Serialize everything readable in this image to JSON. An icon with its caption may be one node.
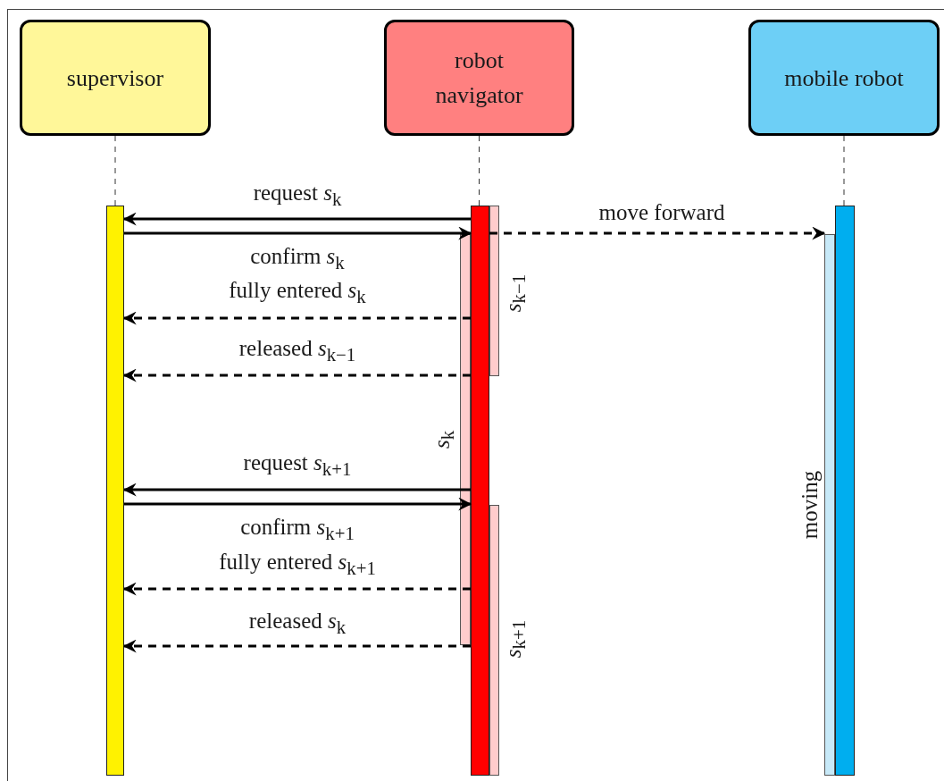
{
  "diagram": {
    "nodes": [
      {
        "text": [
          "supervisor"
        ]
      },
      {
        "text": [
          "robot navigator"
        ]
      },
      {
        "text": [
          "mobile robot"
        ]
      },
      {
        "text": [],
        "shape": "bar"
      },
      {
        "text": [],
        "shape": "bar"
      },
      {
        "text": [],
        "shape": "bar"
      },
      {
        "text": [],
        "shape": "bar",
        "beside": [
          "*s*$_{k−1}$"
        ]
      },
      {
        "text": [],
        "shape": "bar",
        "beside": [
          "*s*$_{k}$"
        ]
      },
      {
        "text": [],
        "shape": "bar",
        "beside": [
          "*s*$_{k+1}$"
        ]
      },
      {
        "text": [],
        "shape": "bar",
        "beside": [
          "moving"
        ]
      }
    ],
    "edges": [
      {
        "from": 4,
        "to": 3,
        "arrow": "to",
        "label": "request *s*$_{k}$"
      },
      {
        "from": 3,
        "to": 4,
        "arrow": "to",
        "label": "confirm *s*$_{k}$"
      },
      {
        "from": 4,
        "to": 9,
        "arrow": "to",
        "style": "dashed",
        "label": "move forward"
      },
      {
        "from": 4,
        "to": 3,
        "arrow": "to",
        "style": "dashed",
        "label": "fully entered *s*$_{k}$"
      },
      {
        "from": 4,
        "to": 3,
        "arrow": "to",
        "style": "dashed",
        "label": "released *s*$_{k−1}$"
      },
      {
        "from": 4,
        "to": 3,
        "arrow": "to",
        "label": "request *s*$_{k+1}$"
      },
      {
        "from": 3,
        "to": 4,
        "arrow": "to",
        "label": "confirm *s*$_{k+1}$"
      },
      {
        "from": 4,
        "to": 3,
        "arrow": "to",
        "style": "dashed",
        "label": "fully entered *s*$_{k+1}$"
      },
      {
        "from": 4,
        "to": 3,
        "arrow": "to",
        "style": "dashed",
        "label": "released *s*$_{k}$"
      },
      {
        "from": 0,
        "to": 3,
        "arrow": "none",
        "style": "dashed"
      },
      {
        "from": 1,
        "to": 4,
        "arrow": "none",
        "style": "dashed"
      },
      {
        "from": 2,
        "to": 5,
        "arrow": "none",
        "style": "dashed"
      }
    ]
  }
}
